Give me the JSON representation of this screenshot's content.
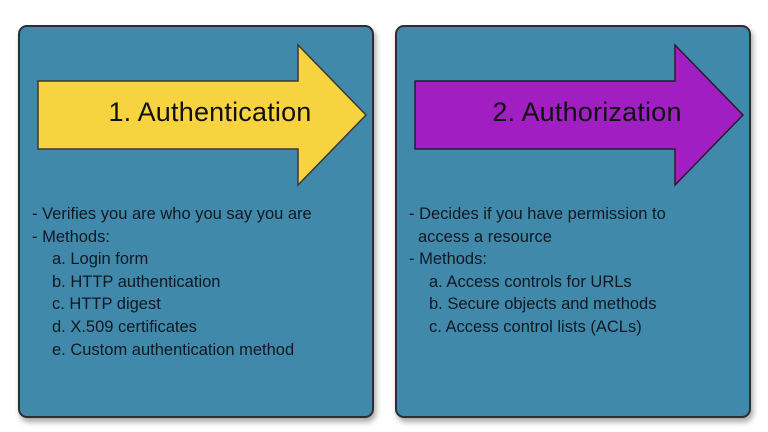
{
  "colors": {
    "card_fill": "#4189ab",
    "auth_arrow": "#f8d340",
    "authz_arrow": "#a01ec2",
    "border": "#2b2f33"
  },
  "authentication": {
    "title": "1. Authentication",
    "line1": "- Verifies you are who you say you are",
    "methods_label": "- Methods:",
    "items": [
      "a. Login form",
      "b. HTTP authentication",
      "c. HTTP digest",
      "d. X.509 certificates",
      "e. Custom authentication method"
    ]
  },
  "authorization": {
    "title": "2. Authorization",
    "line1a": "- Decides if you have permission to",
    "line1b": "access a resource",
    "methods_label": "- Methods:",
    "items": [
      "a. Access controls for URLs",
      "b. Secure objects and methods",
      "c. Access control lists (ACLs)"
    ]
  }
}
